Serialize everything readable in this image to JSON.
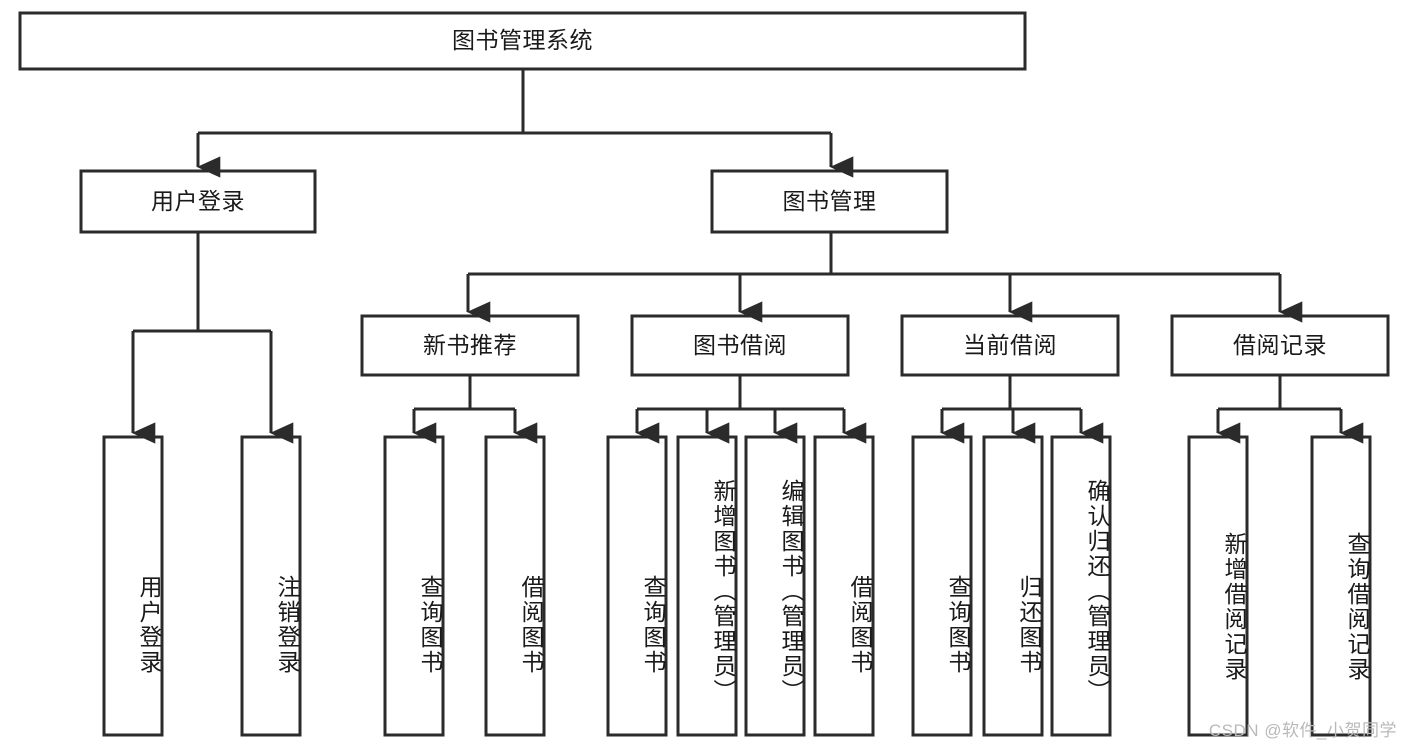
{
  "diagram": {
    "title": "图书管理系统",
    "type": "tree-hierarchy-chart",
    "root": {
      "id": "root",
      "label": "图书管理系统"
    },
    "level2": [
      {
        "id": "user-login",
        "label": "用户登录"
      },
      {
        "id": "book-management",
        "label": "图书管理"
      }
    ],
    "level3": [
      {
        "id": "new-book-recommend",
        "label": "新书推荐"
      },
      {
        "id": "book-borrow",
        "label": "图书借阅"
      },
      {
        "id": "current-borrow",
        "label": "当前借阅"
      },
      {
        "id": "borrow-record",
        "label": "借阅记录"
      }
    ],
    "leaves": {
      "user_login": [
        {
          "id": "leaf-user-login",
          "label": "用户登录"
        },
        {
          "id": "leaf-logout",
          "label": "注销登录"
        }
      ],
      "new_book_recommend": [
        {
          "id": "leaf-query-book-1",
          "label": "查询图书"
        },
        {
          "id": "leaf-borrow-book-1",
          "label": "借阅图书"
        }
      ],
      "book_borrow": [
        {
          "id": "leaf-query-book-2",
          "label": "查询图书"
        },
        {
          "id": "leaf-add-book",
          "label": "新增图书（管理员）"
        },
        {
          "id": "leaf-edit-book",
          "label": "编辑图书（管理员）"
        },
        {
          "id": "leaf-borrow-book-2",
          "label": "借阅图书"
        }
      ],
      "current_borrow": [
        {
          "id": "leaf-query-book-3",
          "label": "查询图书"
        },
        {
          "id": "leaf-return-book",
          "label": "归还图书"
        },
        {
          "id": "leaf-confirm-return",
          "label": "确认归还（管理员）"
        }
      ],
      "borrow_record": [
        {
          "id": "leaf-add-record",
          "label": "新增借阅记录"
        },
        {
          "id": "leaf-query-record",
          "label": "查询借阅记录"
        }
      ]
    }
  },
  "watermark": {
    "text": "CSDN @软件_小贺同学"
  },
  "colors": {
    "box_stroke": "#2b2b2b",
    "box_fill": "#ffffff",
    "text": "#1a1a1a",
    "background": "#ffffff",
    "watermark": "#b9b9b9"
  }
}
